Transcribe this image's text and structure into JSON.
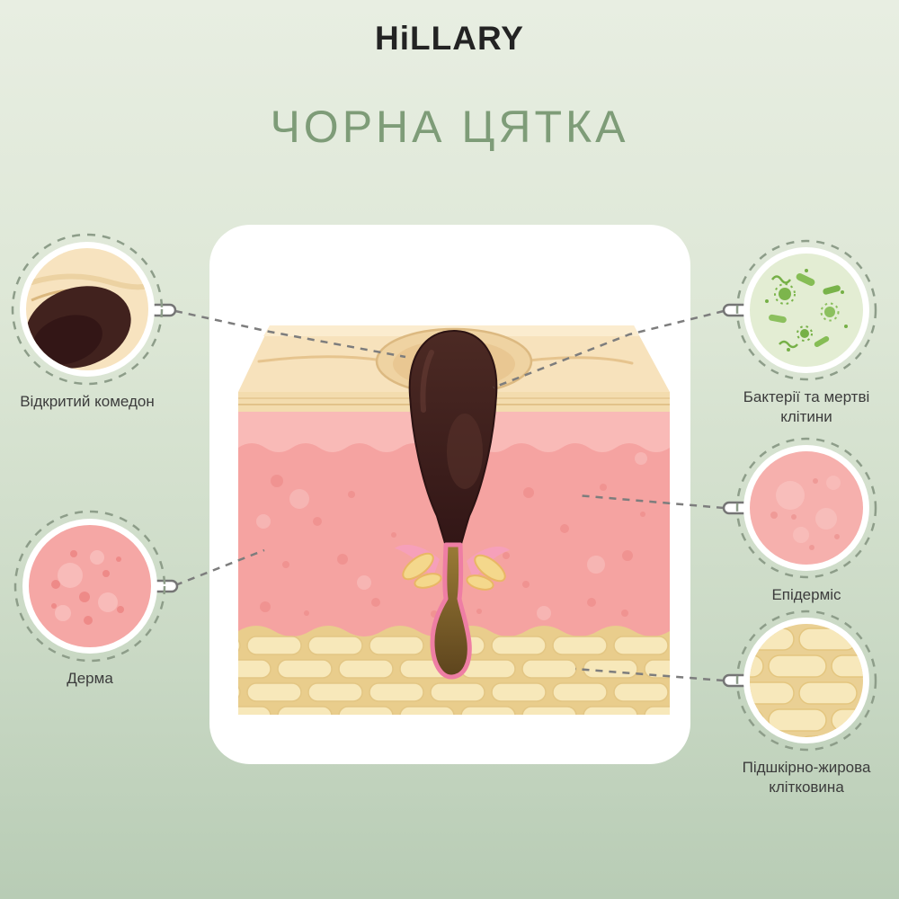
{
  "brand": {
    "name": "HiLLARY"
  },
  "title": "ЧОРНА ЦЯТКА",
  "callouts": {
    "open_comedone": {
      "label": "Відкритий комедон"
    },
    "derma": {
      "label": "Дерма"
    },
    "bacteria": {
      "label": "Бактерії та мертві клітини"
    },
    "epidermis": {
      "label": "Епідерміс"
    },
    "subcutaneous_fat": {
      "label": "Підшкірно-жирова клітковина"
    }
  },
  "colors": {
    "accent_green": "#7e9c78",
    "background_green": "#cbdac6",
    "blackhead_brown": "#40211e",
    "epidermis_pink": "#f6a8a6",
    "dermis_pink": "#f5a3a1",
    "fat_yellow": "#e9cd8c",
    "bacteria_green": "#7cb54c",
    "connector_gray": "#7d7d7d"
  }
}
